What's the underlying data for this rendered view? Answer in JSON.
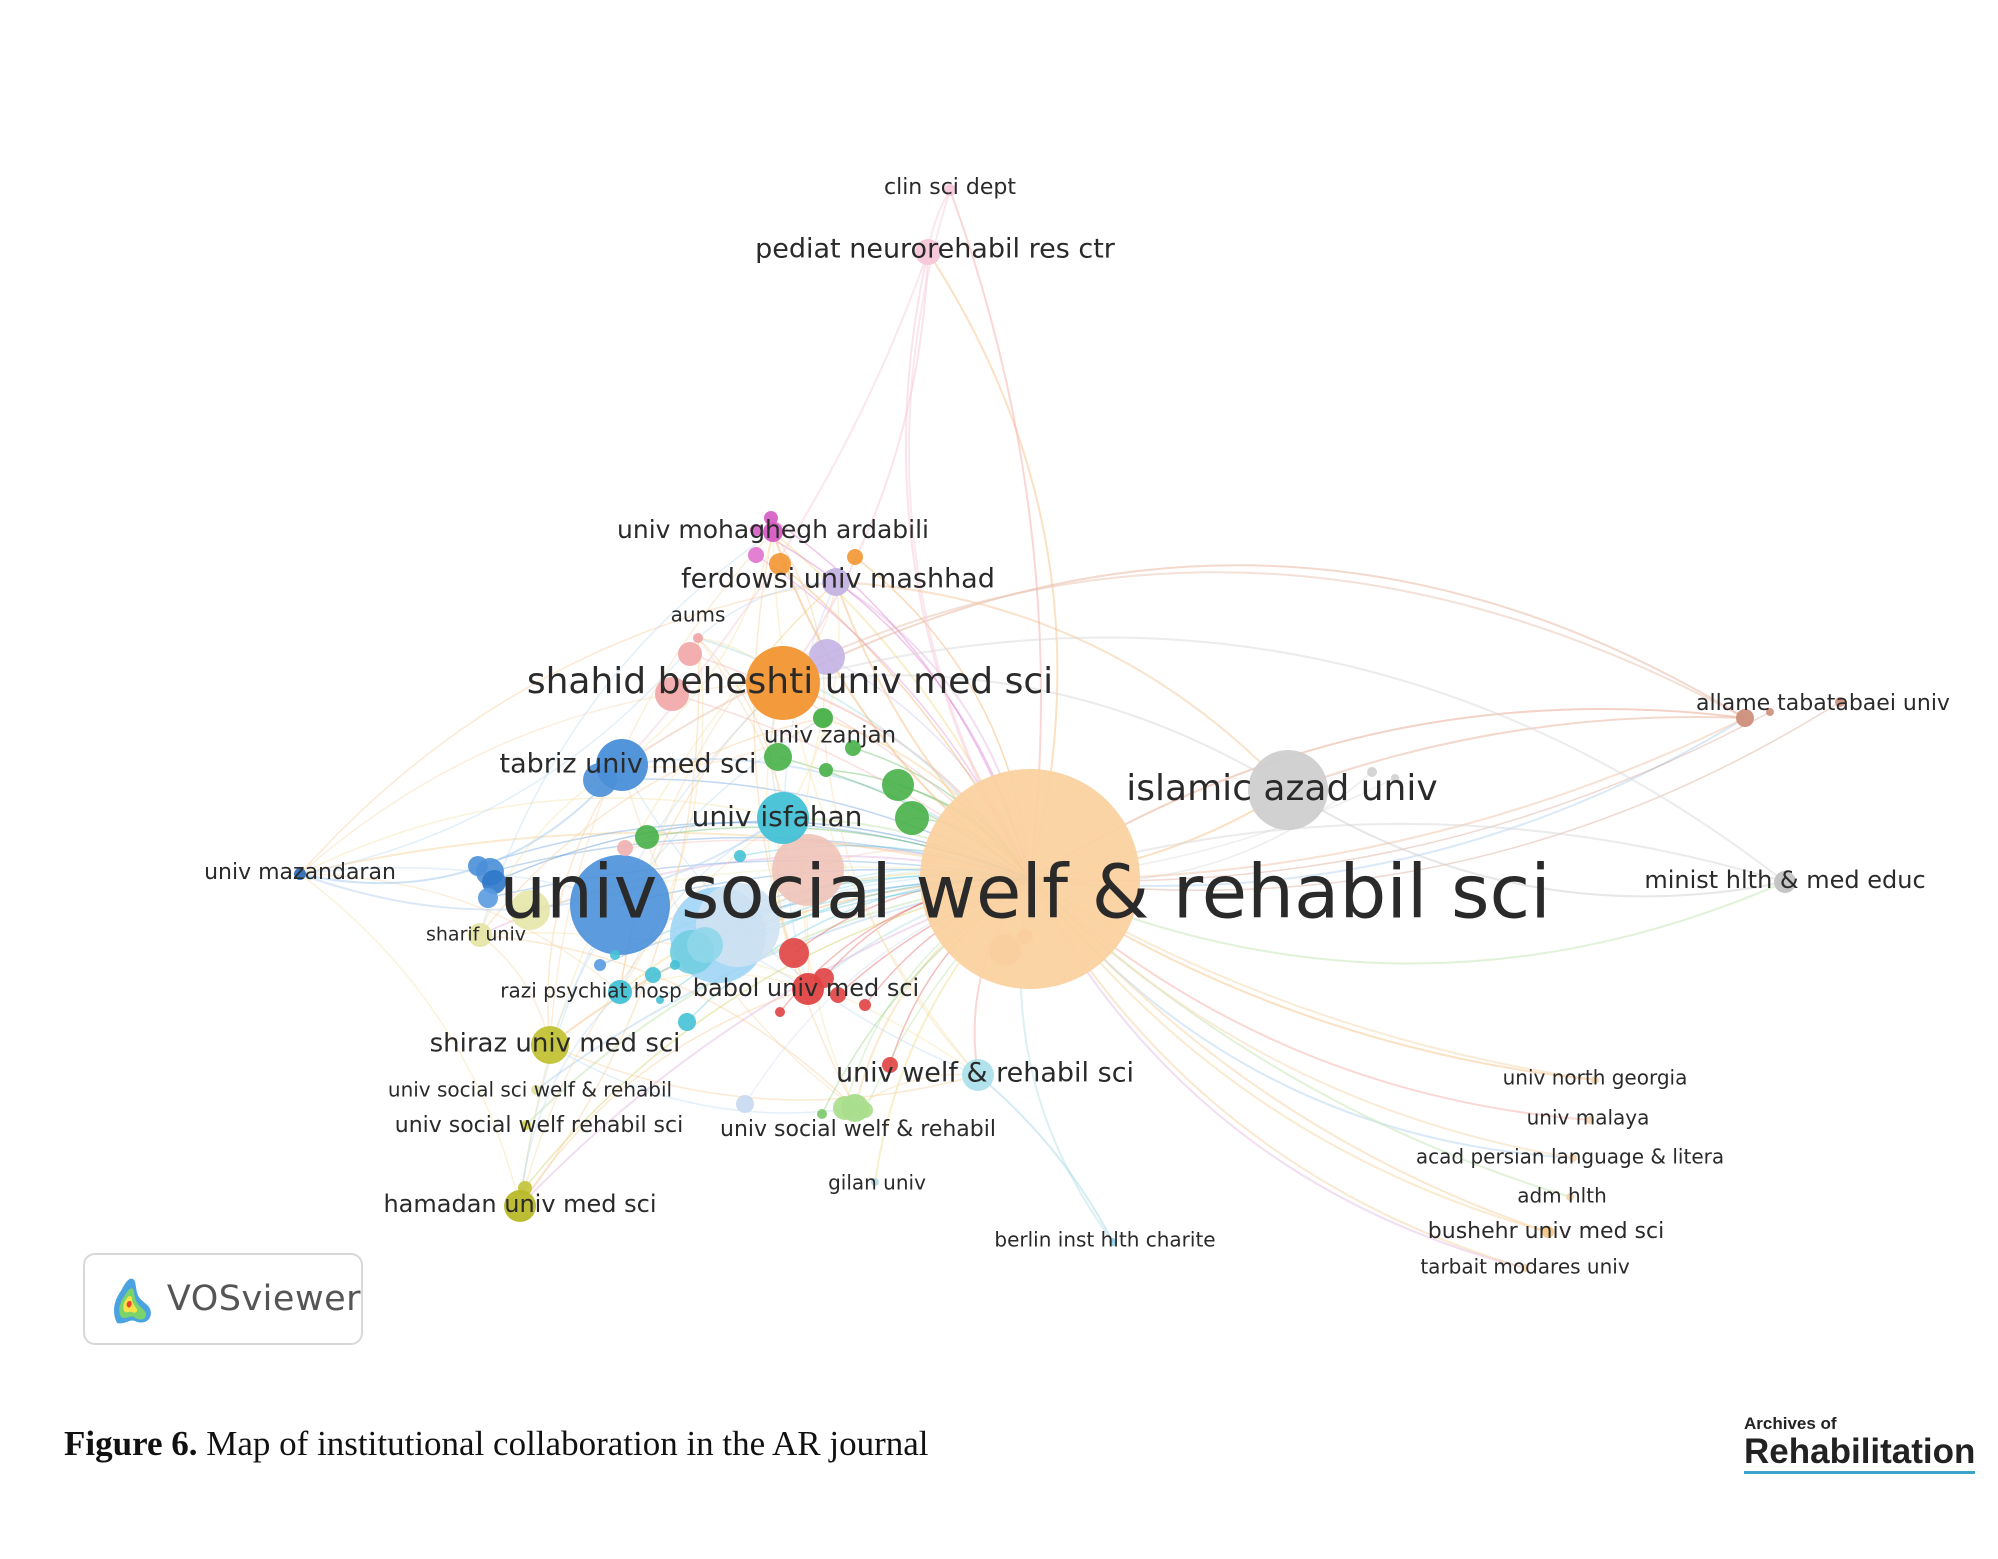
{
  "nodes": [
    {
      "id": "n_uswr",
      "label": "univ social welf & rehabil sci",
      "color": "#fbd09e"
    },
    {
      "id": "n_iau",
      "label": "islamic azad univ",
      "color": "#cfcfcf"
    },
    {
      "id": "n_sbu",
      "label": "shahid beheshti univ med sci",
      "color": "#f29632"
    },
    {
      "id": "n_tabriz",
      "label": "tabriz univ med sci",
      "color": "#4a8fd8"
    },
    {
      "id": "n_isfahan",
      "label": "univ isfahan",
      "color": "#45c1d6"
    },
    {
      "id": "n_zanjan",
      "label": "univ zanjan",
      "color": "#47b047"
    },
    {
      "id": "n_ferdowsi",
      "label": "ferdowsi univ mashhad",
      "color": "#c4b3e4"
    },
    {
      "id": "n_ardabili",
      "label": "univ mohaghegh ardabili",
      "color": "#d65cc3"
    },
    {
      "id": "n_aums",
      "label": "aums",
      "color": "#f2a6a6"
    },
    {
      "id": "n_pediat",
      "label": "pediat neurorehabil res ctr",
      "color": "#f7c7d9"
    },
    {
      "id": "n_clin",
      "label": "clin sci dept",
      "color": "#f7c7d9"
    },
    {
      "id": "n_allame",
      "label": "allame tabatabaei univ",
      "color": "#cf8f7c"
    },
    {
      "id": "n_minist",
      "label": "minist hlth & med educ",
      "color": "#c2c2c2"
    },
    {
      "id": "n_mazand",
      "label": "univ mazandaran",
      "color": "#2f6fb8"
    },
    {
      "id": "n_sharif",
      "label": "sharif univ",
      "color": "#e6e6a8"
    },
    {
      "id": "n_razi",
      "label": "razi psychiat hosp",
      "color": "#45c1d6"
    },
    {
      "id": "n_babol",
      "label": "babol univ med sci",
      "color": "#e04343"
    },
    {
      "id": "n_shiraz",
      "label": "shiraz univ med sci",
      "color": "#c2c235"
    },
    {
      "id": "n_uwrs",
      "label": "univ welf & rehabil sci",
      "color": "#aee0ea"
    },
    {
      "id": "n_ussw",
      "label": "univ social sci welf & rehabil",
      "color": "#e3e3a4"
    },
    {
      "id": "n_uswrs2",
      "label": "univ social welf rehabil sci",
      "color": "#d9d94a"
    },
    {
      "id": "n_uswr3",
      "label": "univ social welf & rehabil",
      "color": "#a9dd8c"
    },
    {
      "id": "n_hamadan",
      "label": "hamadan univ med sci",
      "color": "#b9b92a"
    },
    {
      "id": "n_gilan",
      "label": "gilan univ",
      "color": "#b8dbe8"
    },
    {
      "id": "n_berlin",
      "label": "berlin inst hlth charite",
      "color": "#8fd0e4"
    },
    {
      "id": "n_ung",
      "label": "univ north georgia",
      "color": "#f3d7b3"
    },
    {
      "id": "n_malaya",
      "label": "univ malaya",
      "color": "#f3d7b3"
    },
    {
      "id": "n_acad",
      "label": "acad persian language & litera",
      "color": "#f3d7b3"
    },
    {
      "id": "n_adm",
      "label": "adm hlth",
      "color": "#f3d7b3"
    },
    {
      "id": "n_bushehr",
      "label": "bushehr univ med sci",
      "color": "#f3c98a"
    },
    {
      "id": "n_tarbait",
      "label": "tarbait modares univ",
      "color": "#f3d7b3"
    }
  ],
  "vosviewer": {
    "label": "VOSviewer",
    "logo_icon": "vosviewer-logo-icon"
  },
  "caption": {
    "lead": "Figure 6.",
    "text": " Map of institutional collaboration in the AR journal"
  },
  "journal_logo": {
    "top": "Archives of",
    "main": "Rehabilitation",
    "accent": "#3aa3c9"
  }
}
